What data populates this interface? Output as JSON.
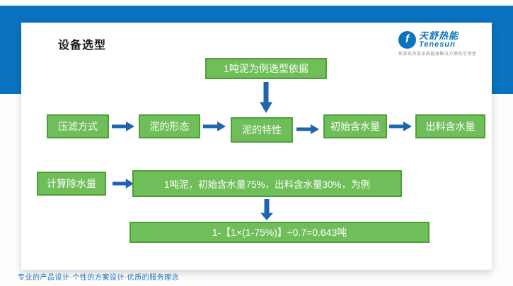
{
  "slide": {
    "title": "设备选型"
  },
  "logo": {
    "icon_glyph": "f",
    "brand_cn": "天舒热能",
    "brand_en": "Tenesun",
    "tagline": "热泵及热泵系统能源解决方案的引领者"
  },
  "flowchart": {
    "top_box": "1吨泥为例选型依据",
    "row1": [
      "压滤方式",
      "泥的形态",
      "泥的特性",
      "初始含水量",
      "出料含水量"
    ],
    "row2": {
      "label": "计算除水量",
      "example": "1吨泥，初始含水量75%，出料含水量30%，为例"
    },
    "formula": "1-【1×(1-75%)】÷0.7=0.643吨"
  },
  "footer": "专业的产品设计·个性的方案设计·优质的服务理念",
  "colors": {
    "band_blue": "#0a72be",
    "box_green": "#6fbe59",
    "box_border_green": "#4d9f36",
    "arrow_blue": "#1e64af",
    "footer_blue": "#1f6fc0",
    "logo_blue": "#0a72be",
    "tagline_gray": "#8a8a8a"
  }
}
